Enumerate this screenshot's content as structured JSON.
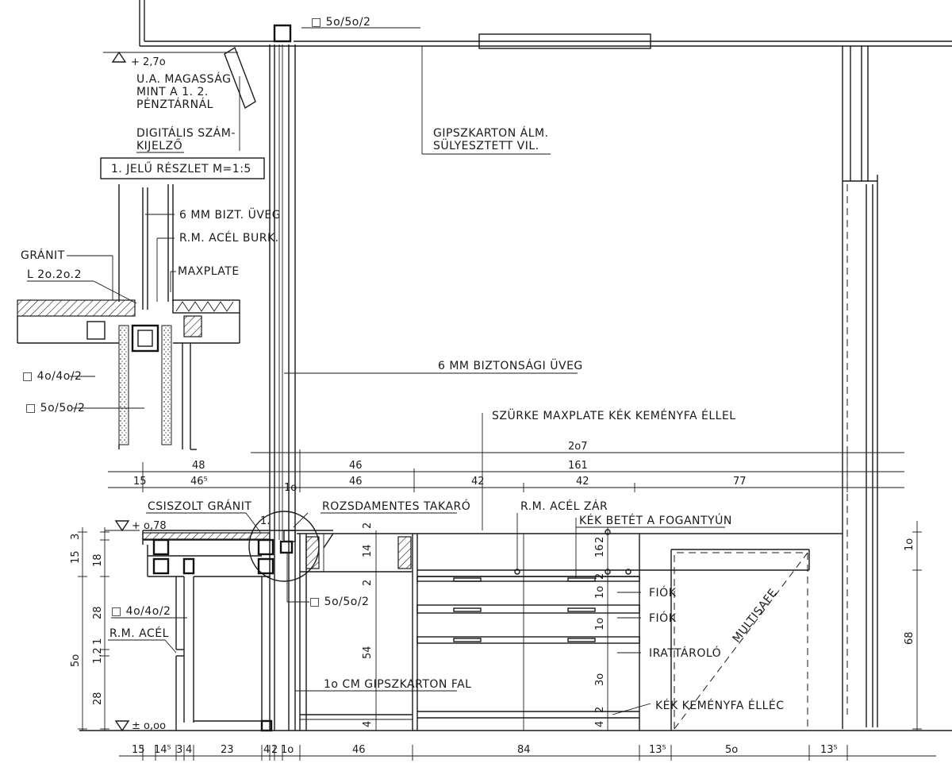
{
  "labels": {
    "profile_top": "□ 5o/5o/2",
    "level_top": "+ 2,7o",
    "ua_magassag_1": "U.A. MAGASSÁG",
    "ua_magassag_2": "MINT A 1. 2.",
    "ua_magassag_3": "PÉNZTÁRNÁL",
    "digitalis_1": "DIGITÁLIS SZÁM-",
    "digitalis_2": "KIJELZŐ",
    "gipszkarton_1": "GIPSZKARTON ÁLM.",
    "gipszkarton_2": "SÜLYESZTETT VIL.",
    "detail_title": "1. JELŰ RÉSZLET M=1:5",
    "uveg_6mm": "6 MM BIZT. ÜVEG",
    "acel_burk": "R.M. ACÉL BURK.",
    "granit": "GRÁNIT",
    "l_profile": "L 2o.2o.2",
    "maxplate": "MAXPLATE",
    "profile_40": "□ 4o/4o/2",
    "profile_50": "□ 5o/5o/2",
    "biztonsagi_uveg": "6 MM BIZTONSÁGI ÜVEG",
    "szurke_maxplate": "SZÜRKE MAXPLATE KÉK KEMÉNYFA ÉLLEL",
    "csiszolt_granit": "CSISZOLT GRÁNIT",
    "rozsdamentes": "ROZSDAMENTES TAKARÓ",
    "acel_zar": "R.M. ACÉL ZÁR",
    "kek_betet": "KÉK BETÉT A FOGANTYÚN",
    "level_078": "+ o,78",
    "detail_marker": "1.",
    "profile_40_main": "□ 4o/4o/2",
    "profile_50_main": "□ 5o/5o/2",
    "rm_acel": "R.M. ACÉL",
    "fiok_1": "FIÓK",
    "fiok_2": "FIÓK",
    "irattarolo": "IRATTÁROLÓ",
    "multisafe": "MULTISAFE",
    "gipszkarton_fal": "1o CM GIPSZKARTON FAL",
    "kek_kemenyfa": "KÉK KEMÉNYFA ÉLLÉC",
    "level_000": "± o,oo"
  },
  "dimensions": {
    "d207": "2o7",
    "d48": "48",
    "d46a": "46",
    "d161": "161",
    "d15": "15",
    "d465": "46⁵",
    "d1o": "1o",
    "d46b": "46",
    "d42a": "42",
    "d42b": "42",
    "d77": "77",
    "v3": "3",
    "v15": "15",
    "v18": "18",
    "v28a": "28",
    "v5o": "5o",
    "v12": "1,2",
    "v1": "1",
    "v28b": "28",
    "m2a": "2",
    "m14": "14",
    "m2b": "2",
    "m54": "54",
    "m4": "4",
    "c2": "2",
    "c16": "16",
    "c2b": "2",
    "c1oa": "1o",
    "c1ob": "1o",
    "c3o": "3o",
    "c2c": "2",
    "c4": "4",
    "r1o": "1o",
    "r68": "68",
    "b15": "15",
    "b145": "14⁵",
    "b3": "3",
    "b4": "4",
    "b23": "23",
    "b4b": "4",
    "b2": "2",
    "b1o": "1o",
    "b46": "46",
    "b84": "84",
    "b135a": "13⁵",
    "b5o": "5o",
    "b135b": "13⁵"
  }
}
